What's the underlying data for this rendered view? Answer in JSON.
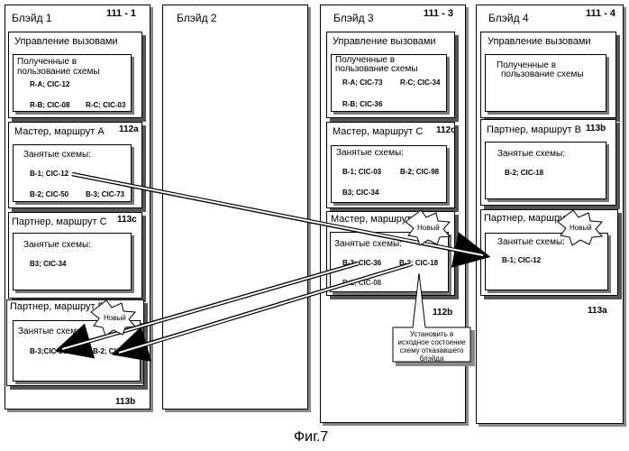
{
  "blades": [
    {
      "title": "Блэйд 1",
      "id": "111 - 1"
    },
    {
      "title": "Блэйд 2"
    },
    {
      "title": "Блэйд 3",
      "id": "111 - 3"
    },
    {
      "title": "Блэйд 4",
      "id": "111 - 4"
    }
  ],
  "call_control": "Управление вызовами",
  "received_l1": "Полученные в",
  "received_l2": "пользование схемы",
  "busy": "Занятые схемы:",
  "b1_received": {
    "r1": "R-A; CIC-12",
    "r2a": "R-B; CIC-08",
    "r2b": "R-C; CIC-03"
  },
  "b1_master": {
    "title": "Мастер, маршрут А",
    "ref": "112a",
    "r1": "B-1; CIC-12",
    "r2a": "B-2; CIC-50",
    "r2b": "B-3; CIC-73"
  },
  "b1_partner_c": {
    "title": "Партнер, маршрут С",
    "ref": "113c",
    "r1": "B3; CIC-34"
  },
  "b1_partner_b": {
    "title": "Партнер, маршрут В",
    "badge": "Новый",
    "r1a": "B-3;CIC-36",
    "r1b": "B-2; CIC-18",
    "ref": "113b"
  },
  "b3_received": {
    "r1a": "R-A; CIC-73",
    "r1b": "R-C; CIC-34",
    "r2": "R-B; CIC-36"
  },
  "b3_master_c": {
    "title": "Мастер, маршрут С",
    "ref": "112c",
    "r1a": "B-1; CIC-03",
    "r1b": "B-2; CIC-98",
    "r2": "B3; CIC-34"
  },
  "b3_master_b": {
    "title": "Мастер, маршрут В",
    "badge": "Новый",
    "r1a": "B-3; CIC-36",
    "r1b": "B-2; CIC-18",
    "r2": "B-1; CIC-08",
    "ref": "112b"
  },
  "b4_partner_b": {
    "title": "Партнер, маршрут В",
    "ref": "113b",
    "r1": "B-2; CIC-18"
  },
  "b4_partner_a": {
    "title": "Партнер, маршрут А",
    "badge": "Новый",
    "r1": "B-1; CIC-12",
    "ref": "113a"
  },
  "callout": [
    "Установить в",
    "исходное состоение",
    "схему отказавшего",
    "блэйда"
  ],
  "caption": "Фиг.7"
}
